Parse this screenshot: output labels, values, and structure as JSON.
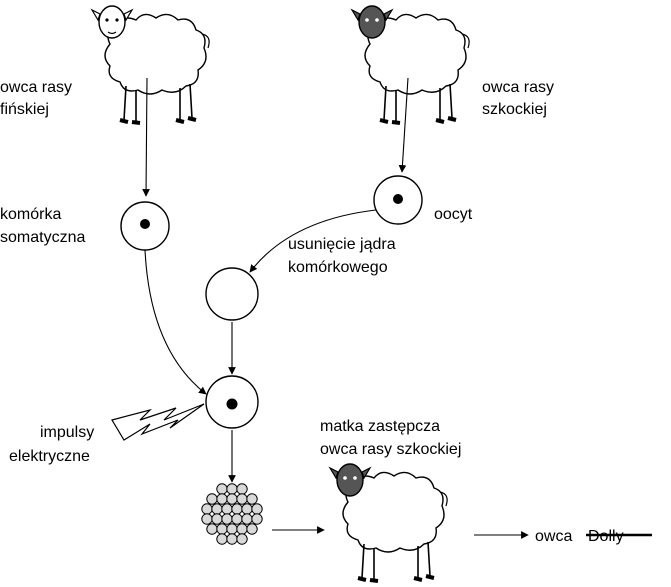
{
  "labels": {
    "finnish_sheep": [
      "owca rasy",
      "fińskiej"
    ],
    "scottish_sheep": [
      "owca rasy",
      "szkockiej"
    ],
    "somatic_cell": [
      "komórka",
      "somatyczna"
    ],
    "oocyte": "oocyt",
    "nucleus_removal": [
      "usunięcie jądra",
      "komórkowego"
    ],
    "electric_pulses": [
      "impulsy",
      "elektryczne"
    ],
    "surrogate_mother": [
      "matka zastępcza",
      "owca rasy szkockiej"
    ],
    "result_prefix": "owca",
    "result_name": "Dolly"
  },
  "sheep": {
    "finnish": {
      "face": "white"
    },
    "scottish": {
      "face": "dark"
    },
    "surrogate": {
      "face": "dark"
    }
  },
  "colors": {
    "stroke": "#000000",
    "fill": "#ffffff",
    "nucleus": "#000000",
    "embryo_cell": "#d9d9d9"
  }
}
